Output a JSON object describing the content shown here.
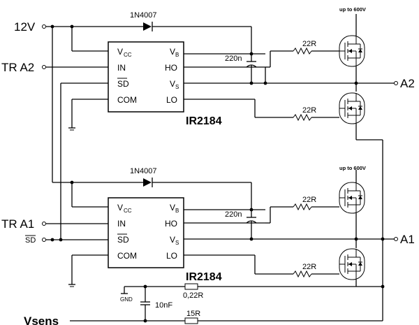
{
  "inputs": {
    "supply": "12V",
    "tr_a2": "TR A2",
    "tr_a1": "TR A1",
    "sd_input": "SD",
    "vsens": "Vsens"
  },
  "outputs": {
    "a2": "A2",
    "a1": "A1"
  },
  "driver_top": {
    "part": "IR2184",
    "pin_vcc": "V",
    "pin_vcc_sub": "CC",
    "pin_in": "IN",
    "pin_sd": "SD",
    "pin_com": "COM",
    "pin_vb": "V",
    "pin_vb_sub": "B",
    "pin_ho": "HO",
    "pin_vs": "V",
    "pin_vs_sub": "S",
    "pin_lo": "LO",
    "diode": "1N4007",
    "bootstrap_cap": "220n",
    "gate_res_high": "22R",
    "gate_res_low": "22R",
    "hv_label": "up to 600V"
  },
  "driver_bottom": {
    "part": "IR2184",
    "pin_vcc": "V",
    "pin_vcc_sub": "CC",
    "pin_in": "IN",
    "pin_sd": "SD",
    "pin_com": "COM",
    "pin_vb": "V",
    "pin_vb_sub": "B",
    "pin_ho": "HO",
    "pin_vs": "V",
    "pin_vs_sub": "S",
    "pin_lo": "LO",
    "diode": "1N4007",
    "bootstrap_cap": "220n",
    "gate_res_high": "22R",
    "gate_res_low": "22R",
    "hv_label": "up to 600V"
  },
  "sense": {
    "gnd": "GND",
    "filter_cap": "10nF",
    "shunt": "0,22R",
    "series_res": "15R"
  }
}
